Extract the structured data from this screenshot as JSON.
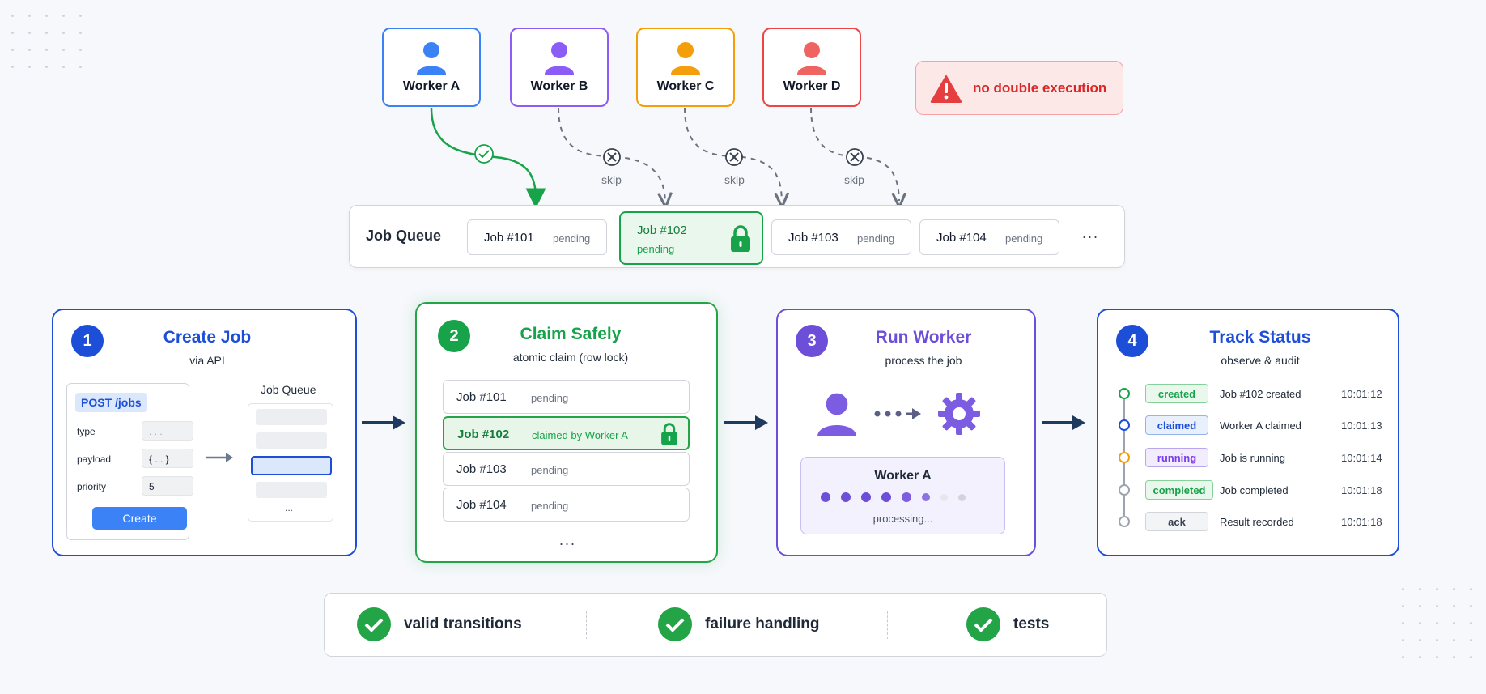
{
  "workers": [
    {
      "label": "Worker A",
      "color": "#3b82f6"
    },
    {
      "label": "Worker B",
      "color": "#8b5cf6"
    },
    {
      "label": "Worker C",
      "color": "#f59e0b"
    },
    {
      "label": "Worker D",
      "color": "#ef4444"
    }
  ],
  "alert": {
    "text": "no double execution",
    "color": "#dc2626"
  },
  "skip_label": "skip",
  "queue": {
    "title": "Job Queue",
    "jobs": [
      {
        "name": "Job #101",
        "status": "pending"
      },
      {
        "name": "Job #102",
        "status": "pending"
      },
      {
        "name": "Job #103",
        "status": "pending"
      },
      {
        "name": "Job #104",
        "status": "pending"
      }
    ],
    "more": "..."
  },
  "panels": {
    "create": {
      "number": "1",
      "title": "Create Job",
      "subtitle": "via API",
      "form": {
        "endpoint": "POST /jobs",
        "fields": [
          {
            "label": "type",
            "value": ". . ."
          },
          {
            "label": "payload",
            "value": "{ ... }"
          },
          {
            "label": "priority",
            "value": "5"
          }
        ],
        "button": "Create"
      },
      "queue_label": "Job Queue",
      "queue_more": "..."
    },
    "claim": {
      "number": "2",
      "title": "Claim Safely",
      "subtitle": "atomic claim (row lock)",
      "rows": [
        {
          "name": "Job #101",
          "status": "pending"
        },
        {
          "name": "Job #102",
          "status": "claimed by Worker A"
        },
        {
          "name": "Job #103",
          "status": "pending"
        },
        {
          "name": "Job #104",
          "status": "pending"
        }
      ],
      "more": "..."
    },
    "run": {
      "number": "3",
      "title": "Run Worker",
      "subtitle": "process the job",
      "worker_label": "Worker A",
      "progress_label": "processing..."
    },
    "track": {
      "number": "4",
      "title": "Track Status",
      "subtitle": "observe & audit",
      "events": [
        {
          "badge": "created",
          "text": "Job #102 created",
          "time": "10:01:12",
          "color": "#16a34a"
        },
        {
          "badge": "claimed",
          "text": "Worker A claimed",
          "time": "10:01:13",
          "color": "#1d4ed8"
        },
        {
          "badge": "running",
          "text": "Job is running",
          "time": "10:01:14",
          "color": "#7c3aed"
        },
        {
          "badge": "completed",
          "text": "Job completed",
          "time": "10:01:18",
          "color": "#16a34a"
        },
        {
          "badge": "ack",
          "text": "Result recorded",
          "time": "10:01:18",
          "color": "#4b5563"
        }
      ]
    }
  },
  "checks": [
    {
      "label": "valid transitions"
    },
    {
      "label": "failure handling"
    },
    {
      "label": "tests"
    }
  ],
  "colors": {
    "blue": "#1d4ed8",
    "green": "#16a34a",
    "purple": "#6d4ed8",
    "navy": "#1e3a5f"
  }
}
